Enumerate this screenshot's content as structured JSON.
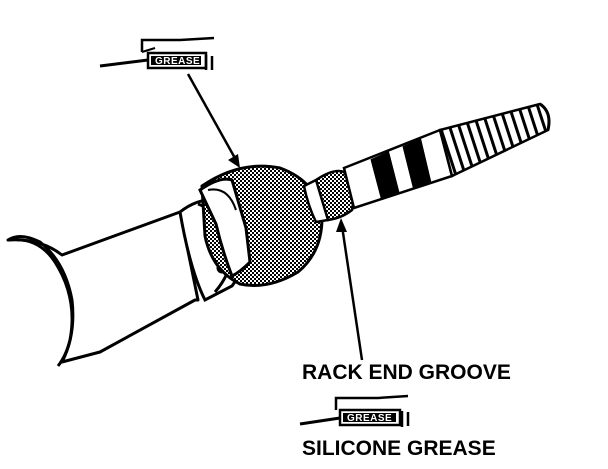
{
  "callouts": {
    "rack_end_groove": "RACK END GROOVE",
    "silicone_grease": "SILICONE GREASE"
  },
  "grease_guns": {
    "upper_tube_label": "GREASE",
    "lower_tube_label": "GREASE"
  },
  "colors": {
    "ink": "#000000",
    "paper": "#ffffff"
  }
}
